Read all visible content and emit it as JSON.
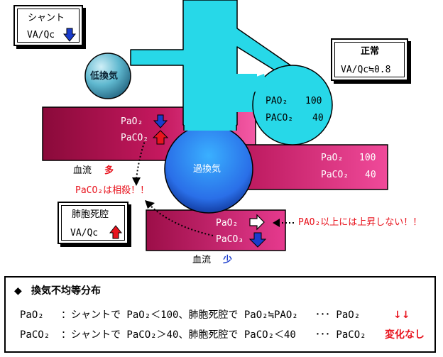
{
  "colors": {
    "vessel": "#b8165a",
    "vessel_light": "#f04a9a",
    "alveolus": "#27d8e8",
    "alveolus_dark": "#1c9fb4",
    "bubble_blue": "#2f8bff",
    "arrow_red": "#e8141e",
    "arrow_blue": "#1a3ccc"
  },
  "shunt_box": {
    "title": "シャント",
    "ratio": "VA/Qc",
    "arrow": "down-blue-arrow-icon"
  },
  "normal_box": {
    "title": "正常",
    "ratio": "VA/Qc≒0.8"
  },
  "dead_space_box": {
    "title": "肺胞死腔",
    "ratio": "VA/Qc",
    "arrow": "up-red-arrow-icon"
  },
  "alveoli": {
    "low_vent": "低換気",
    "hyper_vent": "過換気",
    "normal_pao2_label": "PAO₂",
    "normal_pao2_value": "100",
    "normal_paco2_label": "PACO₂",
    "normal_paco2_value": "40"
  },
  "upper_vessel": {
    "pao2": "PaO₂",
    "paco2": "PaCO₂",
    "flow_label": "血流",
    "flow_amount": "多"
  },
  "right_vessel": {
    "pao2_label": "PaO₂",
    "pao2_value": "100",
    "paco2_label": "PaCO₂",
    "paco2_value": "40"
  },
  "lower_vessel": {
    "pao2": "PaO₂",
    "paco2": "PaCO₃",
    "flow_label": "血流",
    "flow_amount": "少"
  },
  "annotations": {
    "offset": "PaCO₂は相殺！！",
    "no_rise": "PAO₂以上には上昇しない！！"
  },
  "summary": {
    "title": "換気不均等分布",
    "bullet": "◆",
    "row1_label": "PaO₂",
    "row1_text": "：シャントで PaO₂＜100、肺胞死腔で PaO₂≒PAO₂",
    "row1_dots": "･･･ PaO₂",
    "row1_result": "↓↓",
    "row2_label": "PaCO₂",
    "row2_text": "：シャントで PaCO₂＞40、肺胞死腔で PaCO₂＜40",
    "row2_dots": "･･･ PaCO₂",
    "row2_result": "変化なし"
  }
}
